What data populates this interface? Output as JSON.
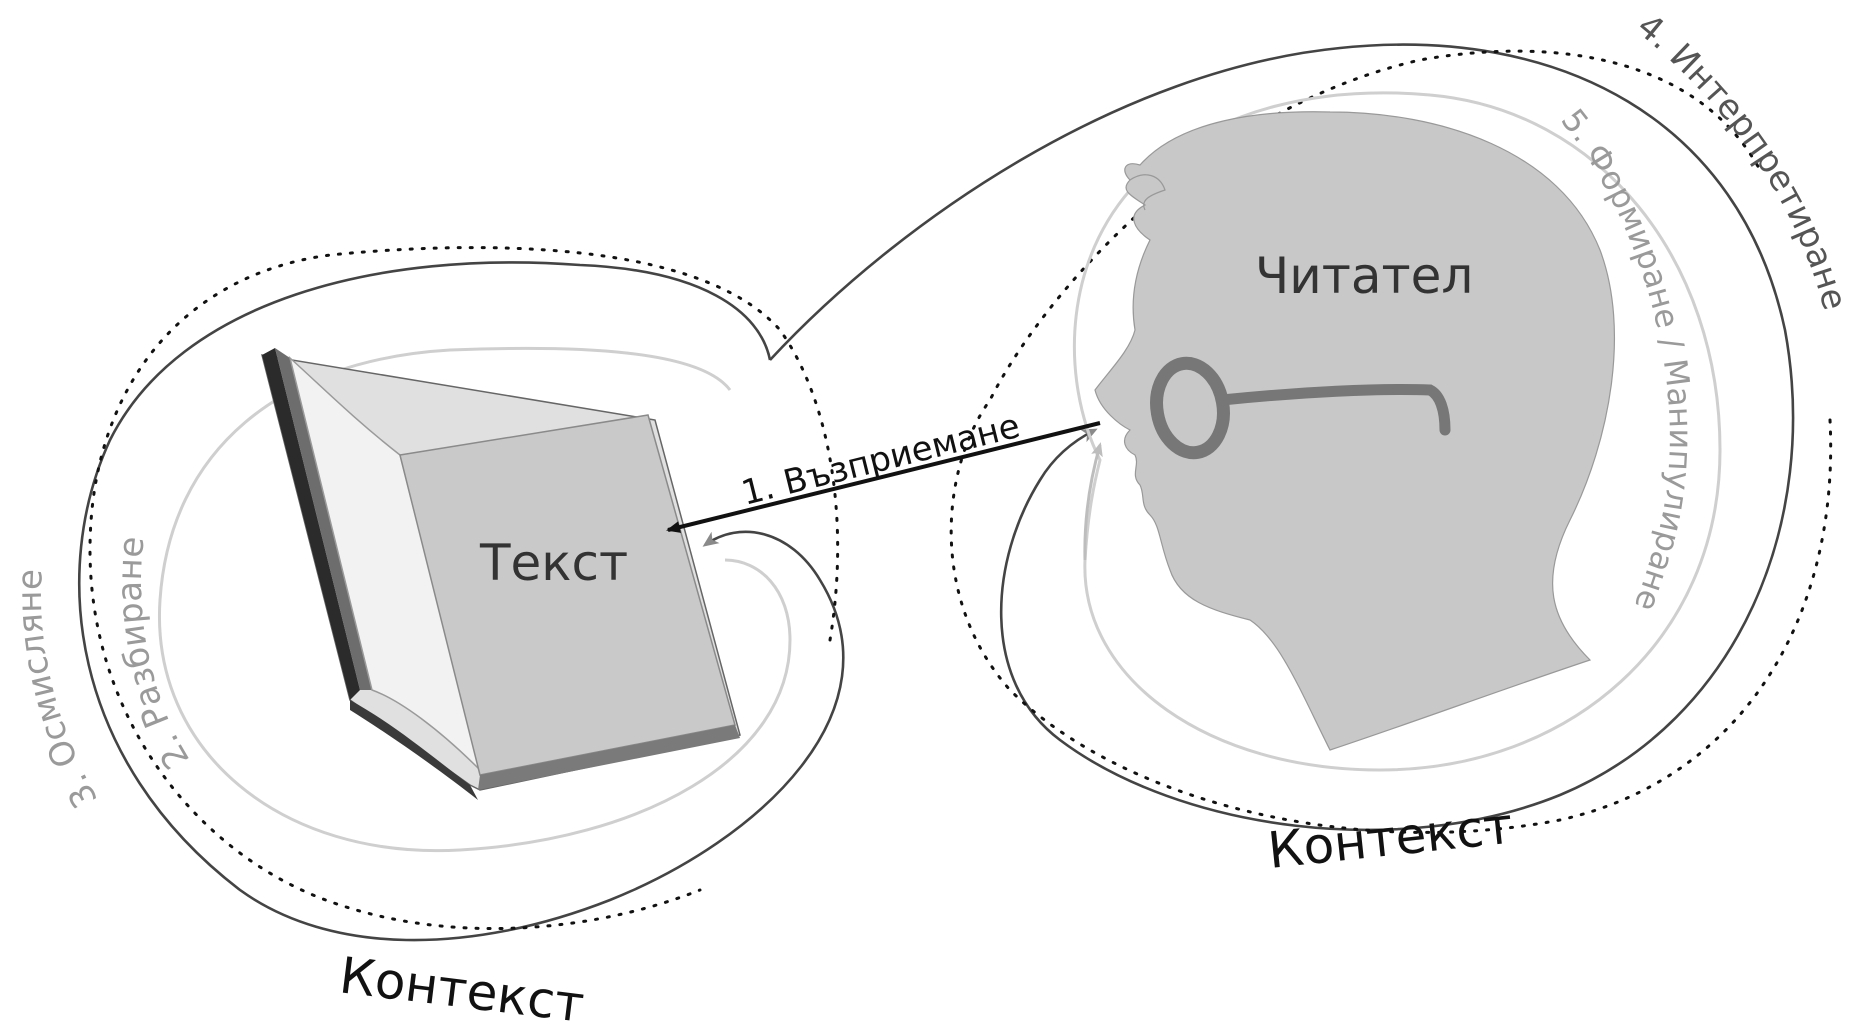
{
  "diagram": {
    "text_label": "Текст",
    "reader_label": "Читател",
    "perception_label": "1. Възприемане",
    "understanding_label": "2. Разбиране",
    "comprehension_label": "3. Осмисляне",
    "interpretation_label": "4. Интерпретиране",
    "forming_label": "5. Формиране / Манипулиране",
    "context_left_label": "Контекст",
    "context_right_label": "Контекст"
  },
  "colors": {
    "head_fill": "#c8c8c8",
    "book_cover": "#c9c9c9",
    "dark_stroke": "#3a3a3a",
    "light_stroke": "#cfcfcf",
    "grey_text": "#9a9a9a"
  }
}
